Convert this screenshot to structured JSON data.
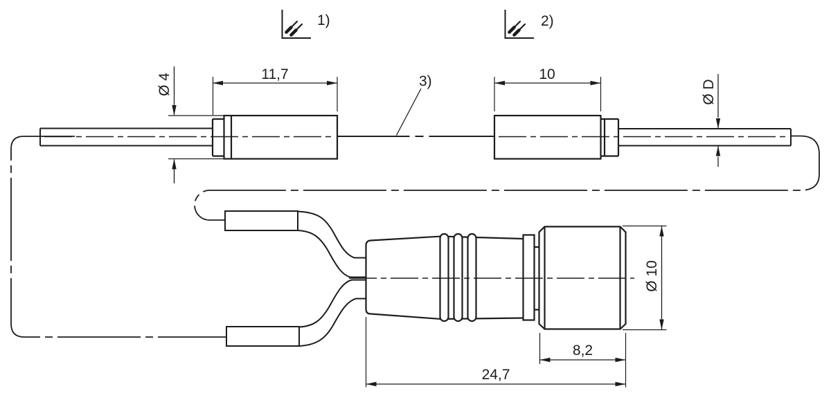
{
  "meta": {
    "type": "technical-drawing",
    "subject": "bifurcated fiber-optic sensor cable with two sensing-tip sleeves and common-end plug connector"
  },
  "colors": {
    "background": "#ffffff",
    "line": "#1c1c1c"
  },
  "callouts": {
    "one": "1)",
    "two": "2)",
    "three": "3)"
  },
  "dimensions": {
    "sleeve1_length": "11,7",
    "sleeve1_diameter": "Ø 4",
    "sleeve2_length": "10",
    "cable_diameter": "Ø D",
    "connector_diameter": "Ø 10",
    "connector_body_length": "8,2",
    "connector_total_length": "24,7"
  }
}
